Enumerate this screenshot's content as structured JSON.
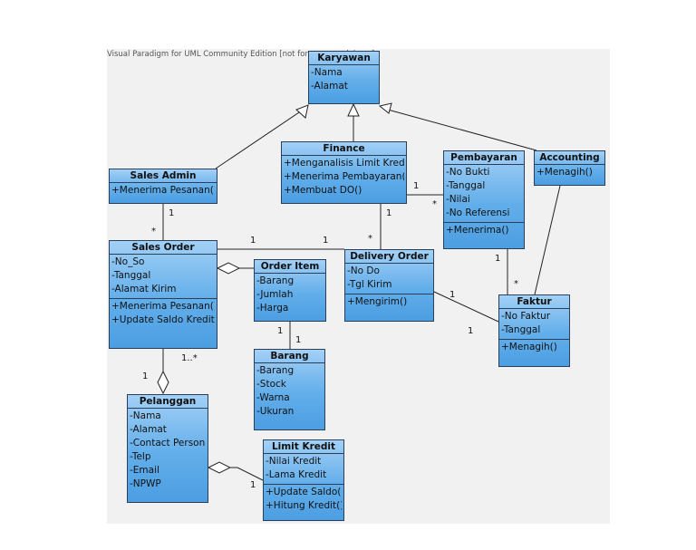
{
  "watermark": "Visual Paradigm for UML Community Edition [not for commercial use]",
  "classes": {
    "karyawan": {
      "name": "Karyawan",
      "attrs": [
        "-Nama",
        "-Alamat"
      ],
      "ops": []
    },
    "finance": {
      "name": "Finance",
      "attrs": [],
      "ops": [
        "+Menganalisis Limit Kredit()",
        "+Menerima Pembayaran()",
        "+Membuat DO()"
      ]
    },
    "sales_admin": {
      "name": "Sales Admin",
      "attrs": [],
      "ops": [
        "+Menerima Pesanan()"
      ]
    },
    "pembayaran": {
      "name": "Pembayaran",
      "attrs": [
        "-No Bukti",
        "-Tanggal",
        "-Nilai",
        "-No Referensi"
      ],
      "ops": [
        "+Menerima()"
      ]
    },
    "accounting": {
      "name": "Accounting",
      "attrs": [],
      "ops": [
        "+Menagih()"
      ]
    },
    "sales_order": {
      "name": "Sales Order",
      "attrs": [
        "-No_So",
        "-Tanggal",
        "-Alamat Kirim"
      ],
      "ops": [
        "+Menerima Pesanan()",
        "+Update Saldo Kredit()"
      ]
    },
    "order_item": {
      "name": "Order Item",
      "attrs": [
        "-Barang",
        "-Jumlah",
        "-Harga"
      ],
      "ops": []
    },
    "delivery_order": {
      "name": "Delivery Order",
      "attrs": [
        "-No Do",
        "-Tgl Kirim"
      ],
      "ops": [
        "+Mengirim()"
      ]
    },
    "faktur": {
      "name": "Faktur",
      "attrs": [
        "-No Faktur",
        "-Tanggal"
      ],
      "ops": [
        "+Menagih()"
      ]
    },
    "barang": {
      "name": "Barang",
      "attrs": [
        "-Barang",
        "-Stock",
        "-Warna",
        "-Ukuran"
      ],
      "ops": []
    },
    "pelanggan": {
      "name": "Pelanggan",
      "attrs": [
        "-Nama",
        "-Alamat",
        "-Contact Person",
        "-Telp",
        "-Email",
        "-NPWP"
      ],
      "ops": []
    },
    "limit_kredit": {
      "name": "Limit Kredit",
      "attrs": [
        "-Nilai Kredit",
        "-Lama Kredit"
      ],
      "ops": [
        "+Update Saldo()",
        "+Hitung Kredit()"
      ]
    }
  },
  "multiplicities": {
    "salesadmin_1": "1",
    "salesorder_star": "*",
    "so_do_1a": "1",
    "so_do_1b": "1",
    "finance_1": "1",
    "finance_pemb_1": "1",
    "pemb_star": "*",
    "do_star": "*",
    "oi_1": "1",
    "barang_1": "1",
    "pemb_1": "1",
    "faktur_star": "*",
    "do_faktur_1": "1",
    "faktur_1": "1",
    "so_1n": "1..*",
    "pel_1": "1",
    "lk_1": "1"
  }
}
